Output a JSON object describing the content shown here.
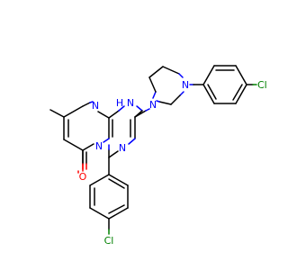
{
  "atom_labels": {
    "nh": "N\nH",
    "n_ring_top": "N",
    "n_ring_bot_left": "N",
    "n_triazine_right": "N",
    "n_pip_left": "N",
    "n_pip_right": "N",
    "o_carbonyl": "O",
    "cl_top": "Cl",
    "cl_bottom": "Cl"
  },
  "colors": {
    "carbon": "#000000",
    "nitrogen": "#0000ff",
    "oxygen": "#ff0000",
    "chlorine": "#008000"
  }
}
